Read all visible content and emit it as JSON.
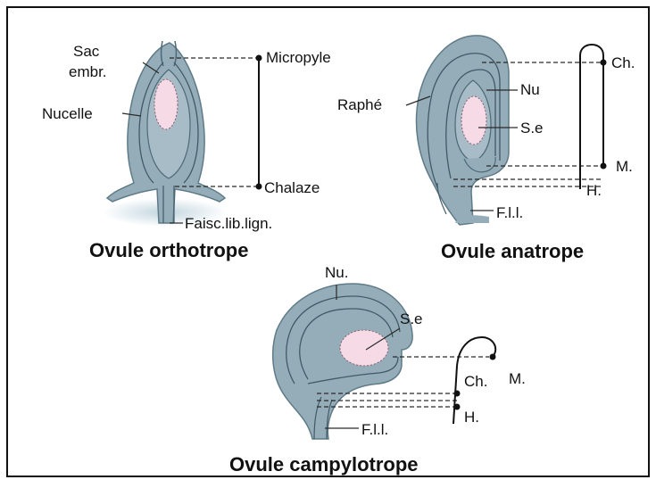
{
  "colors": {
    "tissue": "#95adb8",
    "tissue_dark": "#6f8c99",
    "sac": "#f6dbe6",
    "line": "#2a2a2a",
    "frame": "#111111"
  },
  "orthotrope": {
    "title": "Ovule orthotrope",
    "labels": {
      "sac": "Sac",
      "embr": "embr.",
      "nucelle": "Nucelle",
      "micropyle": "Micropyle",
      "chalaze": "Chalaze",
      "faisc": "Faisc.lib.lign."
    }
  },
  "anatrope": {
    "title": "Ovule anatrope",
    "labels": {
      "raphe": "Raphé",
      "nu": "Nu",
      "se": "S.e",
      "ch": "Ch.",
      "m": "M.",
      "h": "H.",
      "fll": "F.l.l."
    }
  },
  "campylotrope": {
    "title": "Ovule campylotrope",
    "labels": {
      "nu": "Nu.",
      "se": "S.e",
      "ch": "Ch.",
      "m": "M.",
      "h": "H.",
      "fll": "F.l.l."
    }
  }
}
